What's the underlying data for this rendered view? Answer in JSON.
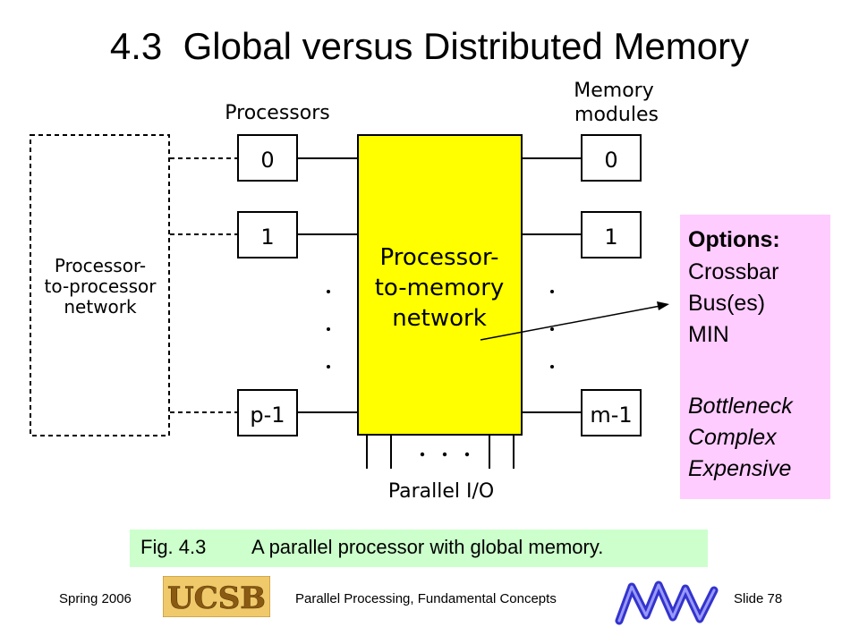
{
  "slide": {
    "title": "4.3  Global versus Distributed Memory"
  },
  "diagram": {
    "processors_label": "Processors",
    "memory_label_line1": "Memory",
    "memory_label_line2": "modules",
    "processors": [
      "0",
      "1",
      "p-1"
    ],
    "memories": [
      "0",
      "1",
      "m-1"
    ],
    "p2p_network_lines": [
      "Processor-",
      "to-processor",
      "network"
    ],
    "p2m_network_lines": [
      "Processor-",
      "to-memory",
      "network"
    ],
    "io_label": "Parallel I/O",
    "colors": {
      "network": "#ffff00",
      "options_bg": "#ffccff",
      "caption_bg": "#ccffcc"
    }
  },
  "options": {
    "heading": "Options:",
    "items": [
      "Crossbar",
      "Bus(es)",
      "MIN"
    ],
    "drawbacks": [
      "Bottleneck",
      "Complex",
      "Expensive"
    ]
  },
  "caption": {
    "fig": "Fig. 4.3",
    "text": "A parallel processor with global memory."
  },
  "footer": {
    "left": "Spring 2006",
    "center": "Parallel Processing, Fundamental Concepts",
    "right": "Slide 78",
    "logo_text": "UCSB"
  }
}
